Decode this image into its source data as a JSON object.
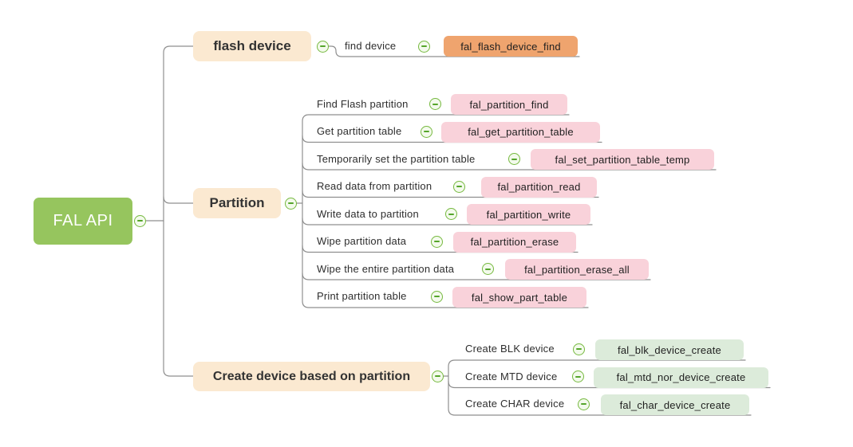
{
  "root": {
    "label": "FAL API"
  },
  "branches": [
    {
      "label": "flash device",
      "children": [
        {
          "label": "find device",
          "api": "fal_flash_device_find"
        }
      ]
    },
    {
      "label": "Partition",
      "children": [
        {
          "label": "Find Flash partition",
          "api": "fal_partition_find"
        },
        {
          "label": "Get partition table",
          "api": "fal_get_partition_table"
        },
        {
          "label": "Temporarily set the partition table",
          "api": "fal_set_partition_table_temp"
        },
        {
          "label": "Read data from partition",
          "api": "fal_partition_read"
        },
        {
          "label": "Write data to partition",
          "api": "fal_partition_write"
        },
        {
          "label": "Wipe partition data",
          "api": "fal_partition_erase"
        },
        {
          "label": "Wipe the entire partition data",
          "api": "fal_partition_erase_all"
        },
        {
          "label": "Print partition table",
          "api": "fal_show_part_table"
        }
      ]
    },
    {
      "label": "Create device based on partition",
      "children": [
        {
          "label": "Create BLK device",
          "api": "fal_blk_device_create"
        },
        {
          "label": "Create MTD device",
          "api": "fal_mtd_nor_device_create"
        },
        {
          "label": "Create CHAR device",
          "api": "fal_char_device_create"
        }
      ]
    }
  ],
  "colors": {
    "root_green": "#96C55E",
    "root_text": "#FFFFFF",
    "topic_cream": "#FBE9D1",
    "leaf_pink": "#F9D2DA",
    "leaf_orange": "#EFA46E",
    "leaf_green": "#DCEBDA",
    "line_gray": "#8F8F8F",
    "icon_border": "#76B93F",
    "icon_fill": "#F3FAEC",
    "icon_bar": "#55A52B",
    "text_dark": "#333333"
  }
}
